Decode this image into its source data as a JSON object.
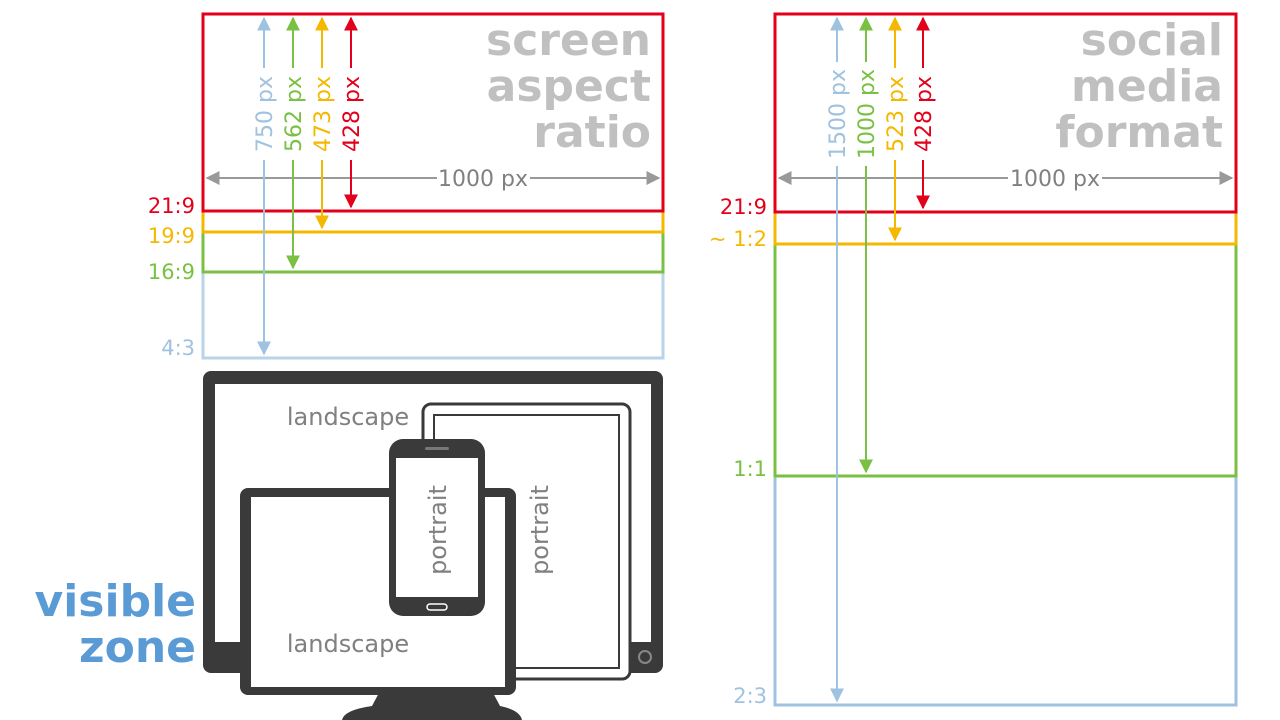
{
  "left_panel": {
    "title_lines": [
      "screen",
      "aspect",
      "ratio"
    ],
    "width_label": "1000 px",
    "height_labels": [
      "750 px",
      "562 px",
      "473 px",
      "428 px"
    ],
    "ratio_labels": [
      "21:9",
      "19:9",
      "16:9",
      "4:3"
    ]
  },
  "right_panel": {
    "title_lines": [
      "social",
      "media",
      "format"
    ],
    "width_label": "1000 px",
    "height_labels": [
      "1500 px",
      "1000 px",
      "523 px",
      "428 px"
    ],
    "ratio_labels": [
      "21:9",
      "~ 1:2",
      "1:1",
      "2:3"
    ]
  },
  "devices": {
    "monitor_label": "landscape",
    "tablet_portrait_label": "portrait",
    "phone_label": "portrait",
    "tablet_landscape_label": "landscape"
  },
  "visible_zone": [
    "visible",
    "zone"
  ],
  "colors": {
    "red": "#e3001b",
    "yellow": "#f5b800",
    "green": "#7ac143",
    "blue": "#9fc2e0",
    "gray_text": "#808080",
    "title_gray": "#c0c0c0",
    "device": "#3a3a3a",
    "zone_blue": "#5b9bd5"
  }
}
